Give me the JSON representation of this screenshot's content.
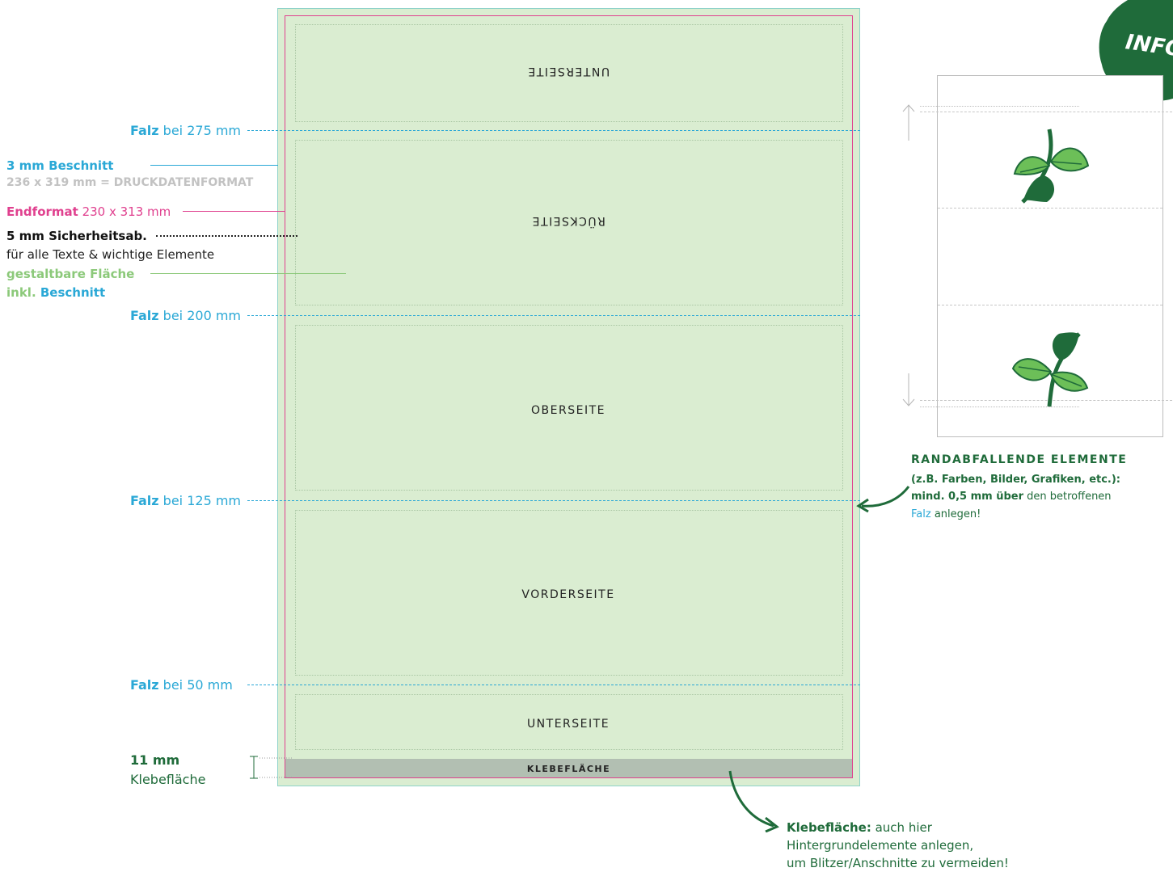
{
  "panels": {
    "unterseite_top": "UNTERSEITE",
    "rueckseite": "RÜCKSEITE",
    "oberseite": "OBERSEITE",
    "vorderseite": "VORDERSEITE",
    "unterseite_bottom": "UNTERSEITE",
    "glue": "KLEBEFLÄCHE"
  },
  "folds": [
    {
      "bold": "Falz",
      "rest": " bei 275 mm"
    },
    {
      "bold": "Falz",
      "rest": " bei 200 mm"
    },
    {
      "bold": "Falz",
      "rest": " bei 125 mm"
    },
    {
      "bold": "Falz",
      "rest": " bei 50 mm"
    }
  ],
  "legend": {
    "bleed_bold": "3 mm Beschnitt",
    "bleed_sub": "236 x 319 mm = DRUCKDATENFORMAT",
    "final_bold": "Endformat",
    "final_rest": " 230 x 313 mm",
    "safety_bold": "5 mm Sicherheitsab.",
    "safety_sub": "für alle Texte & wichtige Elemente",
    "design_line1": "gestaltbare Fläche",
    "design_line2_a": "inkl. ",
    "design_line2_b": "Beschnitt"
  },
  "glue_note_left": {
    "bold": "11 mm",
    "rest": "Klebefläche"
  },
  "badge": "INFO",
  "bleed_info": {
    "title": "RANDABFALLENDE ELEMENTE",
    "line1": "(z.B. Farben, Bilder, Grafiken, etc.):",
    "line2_bold": "mind. 0,5 mm über",
    "line2_rest": " den betroffenen",
    "line3_a": "Falz",
    "line3_b": " anlegen!"
  },
  "glue_info": {
    "bold": "Klebefläche:",
    "rest": " auch hier",
    "line2": "Hintergrundelemente anlegen,",
    "line3": "um Blitzer/Anschnitte zu vermeiden!"
  },
  "colors": {
    "cyan": "#2aa8d6",
    "magenta": "#e0418f",
    "green_dark": "#1f6b3a",
    "green_light": "#8cc97a",
    "sheet": "#daedd1"
  }
}
